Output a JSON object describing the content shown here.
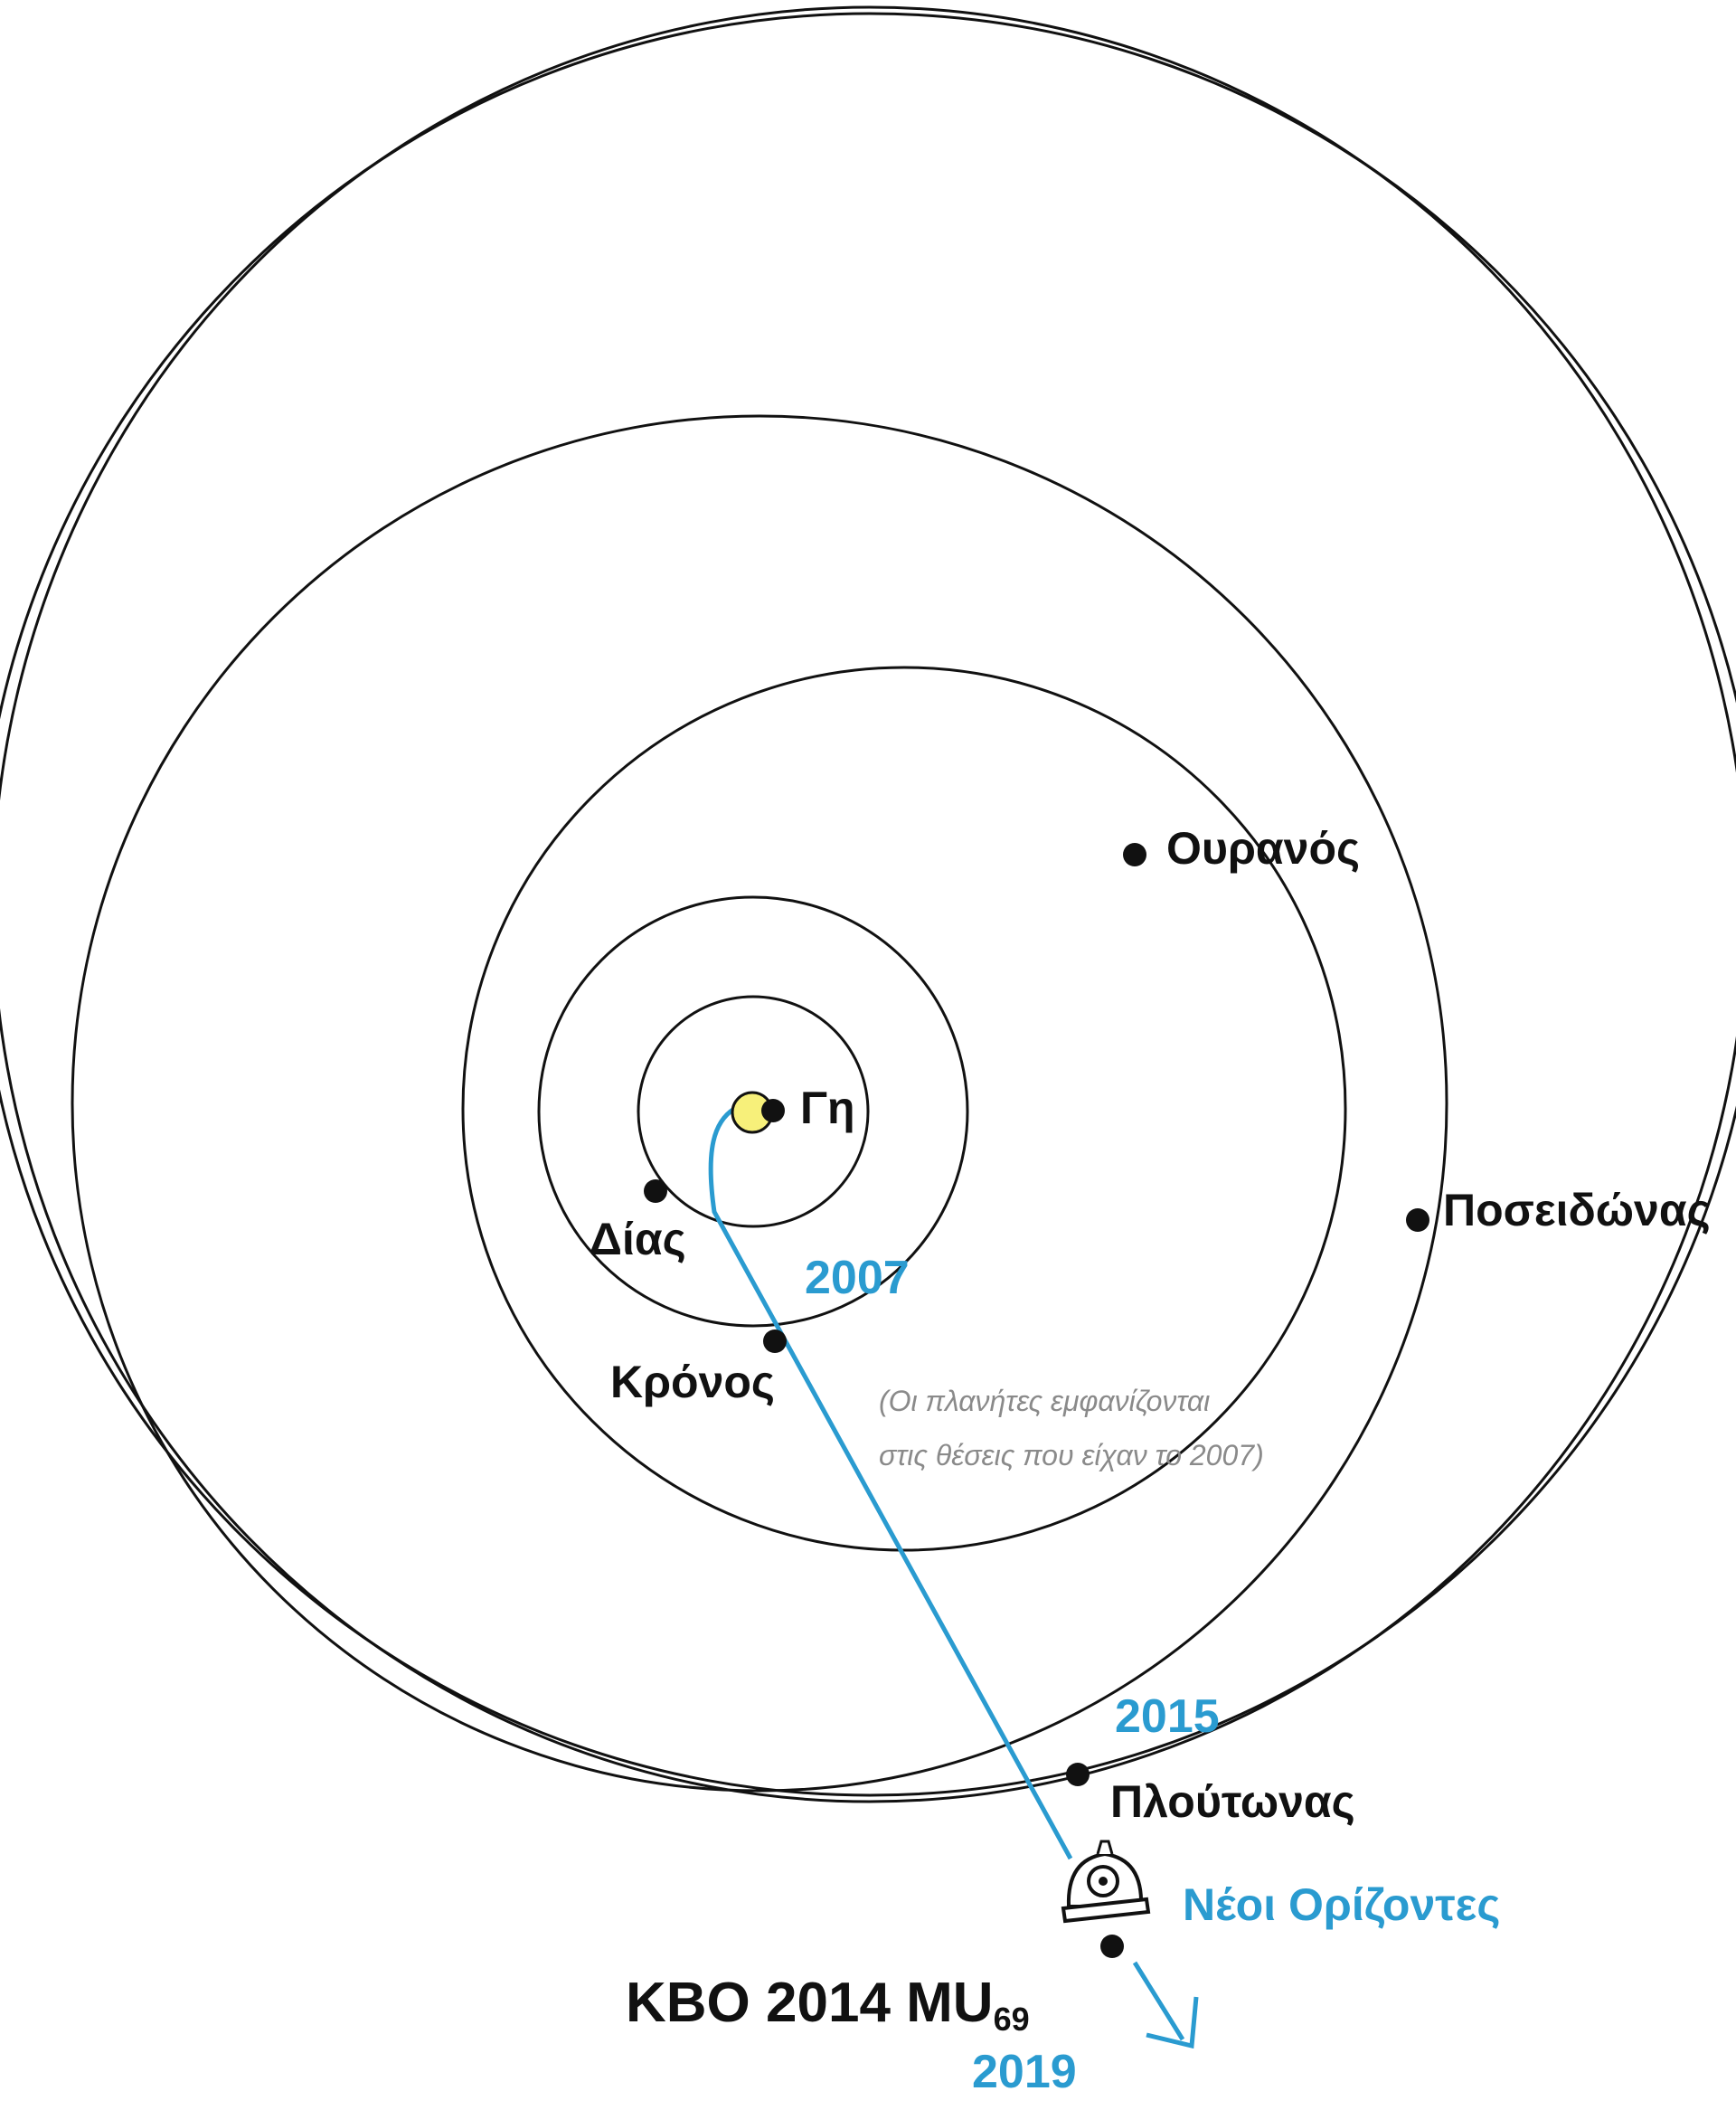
{
  "colors": {
    "orbit": "#111111",
    "trajectory": "#2a9bd0",
    "sun": "#f7f07a",
    "note": "#8a8a8a",
    "background": "#ffffff"
  },
  "planets": {
    "earth": "Γη",
    "jupiter": "Δίας",
    "saturn": "Κρόνος",
    "uranus": "Ουρανός",
    "neptune": "Ποσειδώνας",
    "pluto": "Πλούτωνας"
  },
  "trajectory": {
    "years": {
      "y2007": "2007",
      "y2015": "2015",
      "y2019": "2019"
    },
    "spacecraft": "Νέοι Ορίζοντες"
  },
  "target": {
    "name": "KBO 2014 MU",
    "subscript": "69"
  },
  "note": {
    "line1": "(Οι πλανήτες εμφανίζονται",
    "line2": "στις θέσεις που είχαν το 2007)"
  },
  "icons": {
    "sun": "sun-icon",
    "spacecraft": "spacecraft-icon",
    "direction": "arrow-icon"
  }
}
